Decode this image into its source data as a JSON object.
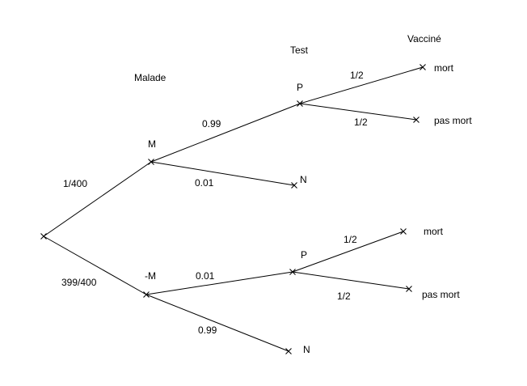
{
  "headers": {
    "malade": "Malade",
    "test": "Test",
    "vaccine": "Vacciné"
  },
  "nodes": {
    "m": "M",
    "not_m": "-M",
    "m_p": "P",
    "m_n": "N",
    "nm_p": "P",
    "nm_n": "N",
    "m_p_mort": "mort",
    "m_p_pas_mort": "pas mort",
    "nm_p_mort": "mort",
    "nm_p_pas_mort": "pas mort"
  },
  "probabilities": {
    "root_m": "1/400",
    "root_not_m": "399/400",
    "m_p": "0.99",
    "m_n": "0.01",
    "not_m_p": "0.01",
    "not_m_n": "0.99",
    "m_p_mort": "1/2",
    "m_p_pas_mort": "1/2",
    "nm_p_mort": "1/2",
    "nm_p_pas_mort": "1/2"
  }
}
